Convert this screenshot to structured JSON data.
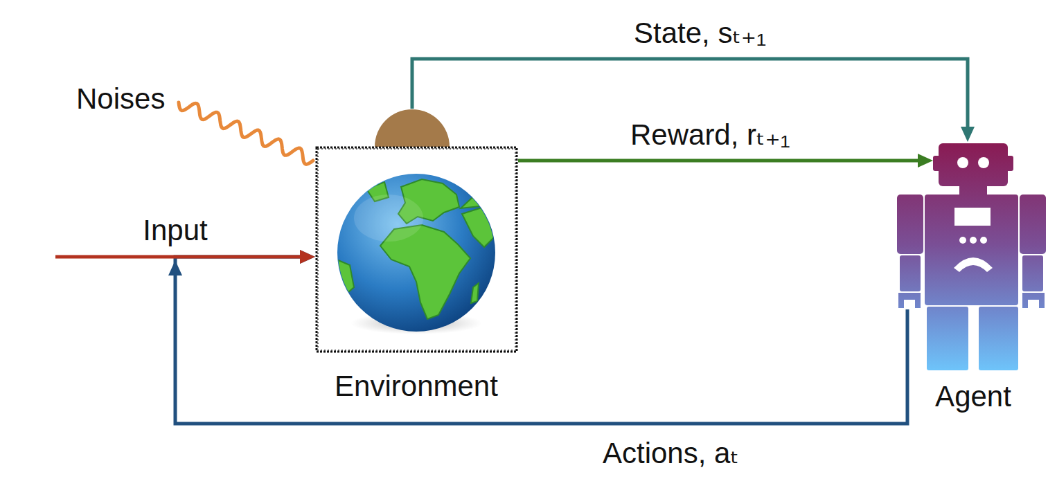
{
  "diagram": {
    "nodes": [
      {
        "text": [
          "Environment"
        ]
      },
      {
        "text": [
          "Agent"
        ]
      }
    ],
    "edges": [
      {
        "from": 0,
        "to": 1,
        "arrow": "to",
        "label": "State, sₜ₊₁"
      },
      {
        "from": 0,
        "to": 1,
        "arrow": "to",
        "label": "Reward, rₜ₊₁"
      },
      {
        "from": 1,
        "to": 0,
        "arrow": "to",
        "label": "Actions, aₜ"
      }
    ],
    "labels": [
      "Noises",
      "Input"
    ]
  }
}
